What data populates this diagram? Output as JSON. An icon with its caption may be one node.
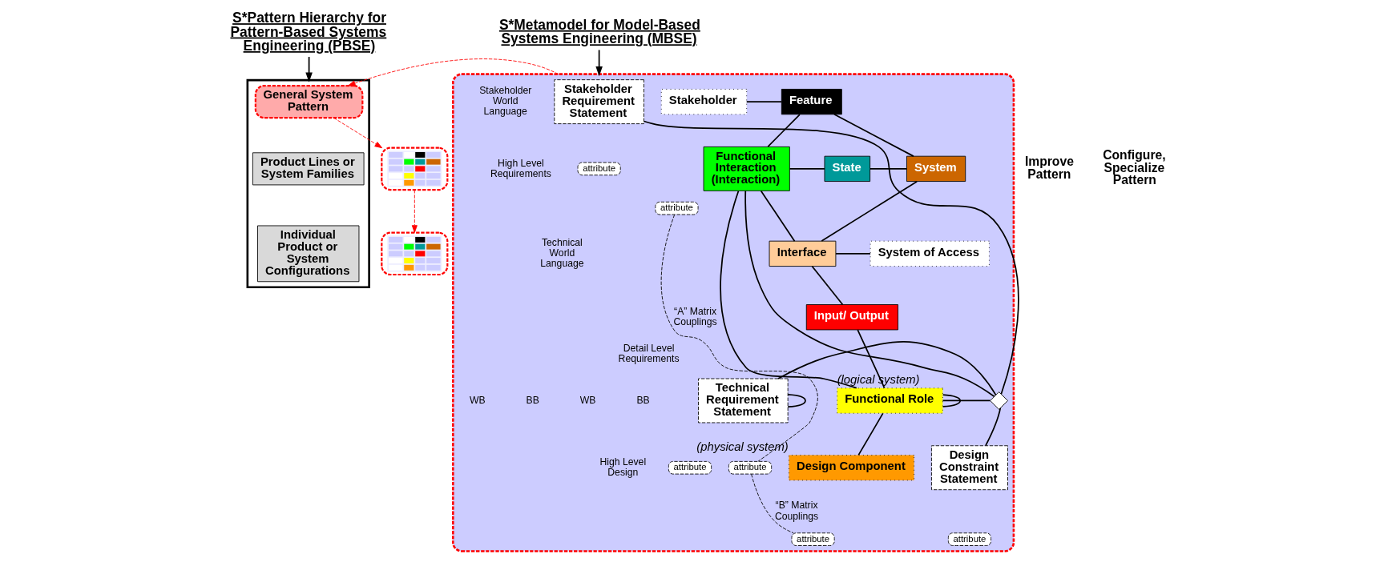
{
  "diagram": {
    "nodes": [
      {
        "text": [
          "S*Pattern Hierarchy for Pattern-Based Systems Engineering (PBSE)"
        ]
      },
      {
        "text": [
          "S*Metamodel for Model-Based Systems Engineering (MBSE)"
        ]
      },
      {
        "text": [],
        "shape": "triangle"
      },
      {
        "text": [
          "General System Pattern"
        ],
        "in": 2
      },
      {
        "text": [
          "Product Lines or System Families"
        ],
        "in": 2
      },
      {
        "text": [
          "Individual Product or System Configurations"
        ],
        "in": 2
      },
      {
        "text": [],
        "shape": "picture"
      },
      {
        "text": [],
        "shape": "picture"
      },
      {
        "text": [],
        "shape": "box"
      },
      {
        "text": [
          "Stakeholder Requirement Statement"
        ],
        "in": 8
      },
      {
        "text": [
          "Stakeholder"
        ],
        "in": 8
      },
      {
        "text": [
          "Feature"
        ],
        "in": 8
      },
      {
        "text": [
          "Functional Interaction (Interaction)"
        ],
        "in": 8
      },
      {
        "text": [
          "State"
        ],
        "in": 8
      },
      {
        "text": [
          "System"
        ],
        "in": 8
      },
      {
        "text": [
          "Interface"
        ],
        "in": 8
      },
      {
        "text": [
          "System of Access"
        ],
        "in": 8
      },
      {
        "text": [
          "Input/ Output"
        ],
        "in": 8
      },
      {
        "text": [
          "Technical Requirement Statement"
        ],
        "in": 8
      },
      {
        "text": [],
        "shape": "diamond",
        "in": 8
      },
      {
        "text": [
          "Functional Role"
        ],
        "beside": [
          "(logical system)"
        ],
        "in": 8
      },
      {
        "text": [
          "Design Constraint Statement"
        ],
        "in": 8
      },
      {
        "text": [
          "Design Component"
        ],
        "beside": [
          "(physical system)"
        ],
        "in": 8
      },
      {
        "text": [
          "attribute"
        ],
        "in": 8
      },
      {
        "text": [
          "attribute"
        ],
        "in": 8
      },
      {
        "text": [
          "attribute"
        ],
        "in": 8
      },
      {
        "text": [
          "attribute"
        ],
        "in": 8
      },
      {
        "text": [
          "attribute"
        ],
        "in": 8
      },
      {
        "text": [
          "attribute"
        ],
        "in": 8
      }
    ],
    "edges": [
      {
        "from": 0,
        "to": 2,
        "arrow": "to"
      },
      {
        "from": 1,
        "to": 8,
        "arrow": "to"
      },
      {
        "from": 8,
        "to": 3,
        "arrow": "to",
        "style": "dashed",
        "color": "#ff0000"
      },
      {
        "from": 3,
        "to": 6,
        "arrow": "to",
        "style": "dashed",
        "color": "#ff0000"
      },
      {
        "from": 6,
        "to": 7,
        "arrow": "to",
        "style": "dashed",
        "color": "#ff0000"
      },
      {
        "from": 10,
        "to": 11,
        "arrow": "none"
      },
      {
        "from": 11,
        "to": 14,
        "arrow": "none"
      },
      {
        "from": 11,
        "to": 12,
        "arrow": "none"
      },
      {
        "from": 12,
        "to": 13,
        "arrow": "none"
      },
      {
        "from": 13,
        "to": 14,
        "arrow": "none"
      },
      {
        "from": 14,
        "to": 15,
        "arrow": "none"
      },
      {
        "from": 12,
        "to": 15,
        "arrow": "none"
      },
      {
        "from": 15,
        "to": 16,
        "arrow": "none"
      },
      {
        "from": 15,
        "to": 17,
        "arrow": "none"
      },
      {
        "from": 12,
        "to": 20,
        "arrow": "none"
      },
      {
        "from": 12,
        "to": 19,
        "arrow": "none"
      },
      {
        "from": 9,
        "to": 19,
        "arrow": "none"
      },
      {
        "from": 18,
        "to": 19,
        "arrow": "none"
      },
      {
        "from": 21,
        "to": 19,
        "arrow": "none"
      },
      {
        "from": 19,
        "to": 20,
        "arrow": "none"
      },
      {
        "from": 17,
        "to": 20,
        "arrow": "none"
      },
      {
        "from": 18,
        "to": 18,
        "arrow": "none"
      },
      {
        "from": 20,
        "to": 20,
        "arrow": "none"
      },
      {
        "from": 20,
        "to": 22,
        "arrow": "none"
      },
      {
        "from": 24,
        "to": 26,
        "arrow": "none",
        "label": "“A” Matrix Couplings",
        "style": "dashed"
      },
      {
        "from": 26,
        "to": 28,
        "arrow": "none",
        "label": "“B” Matrix Couplings",
        "style": "dashed"
      }
    ],
    "labels": [
      "Improve Pattern",
      "Configure, Specialize Pattern",
      "Stakeholder World Language",
      "High Level Requirements",
      "Technical World Language",
      "Detail Level Requirements",
      "High Level Design",
      "BB",
      "WB",
      "BB",
      "WB"
    ]
  }
}
